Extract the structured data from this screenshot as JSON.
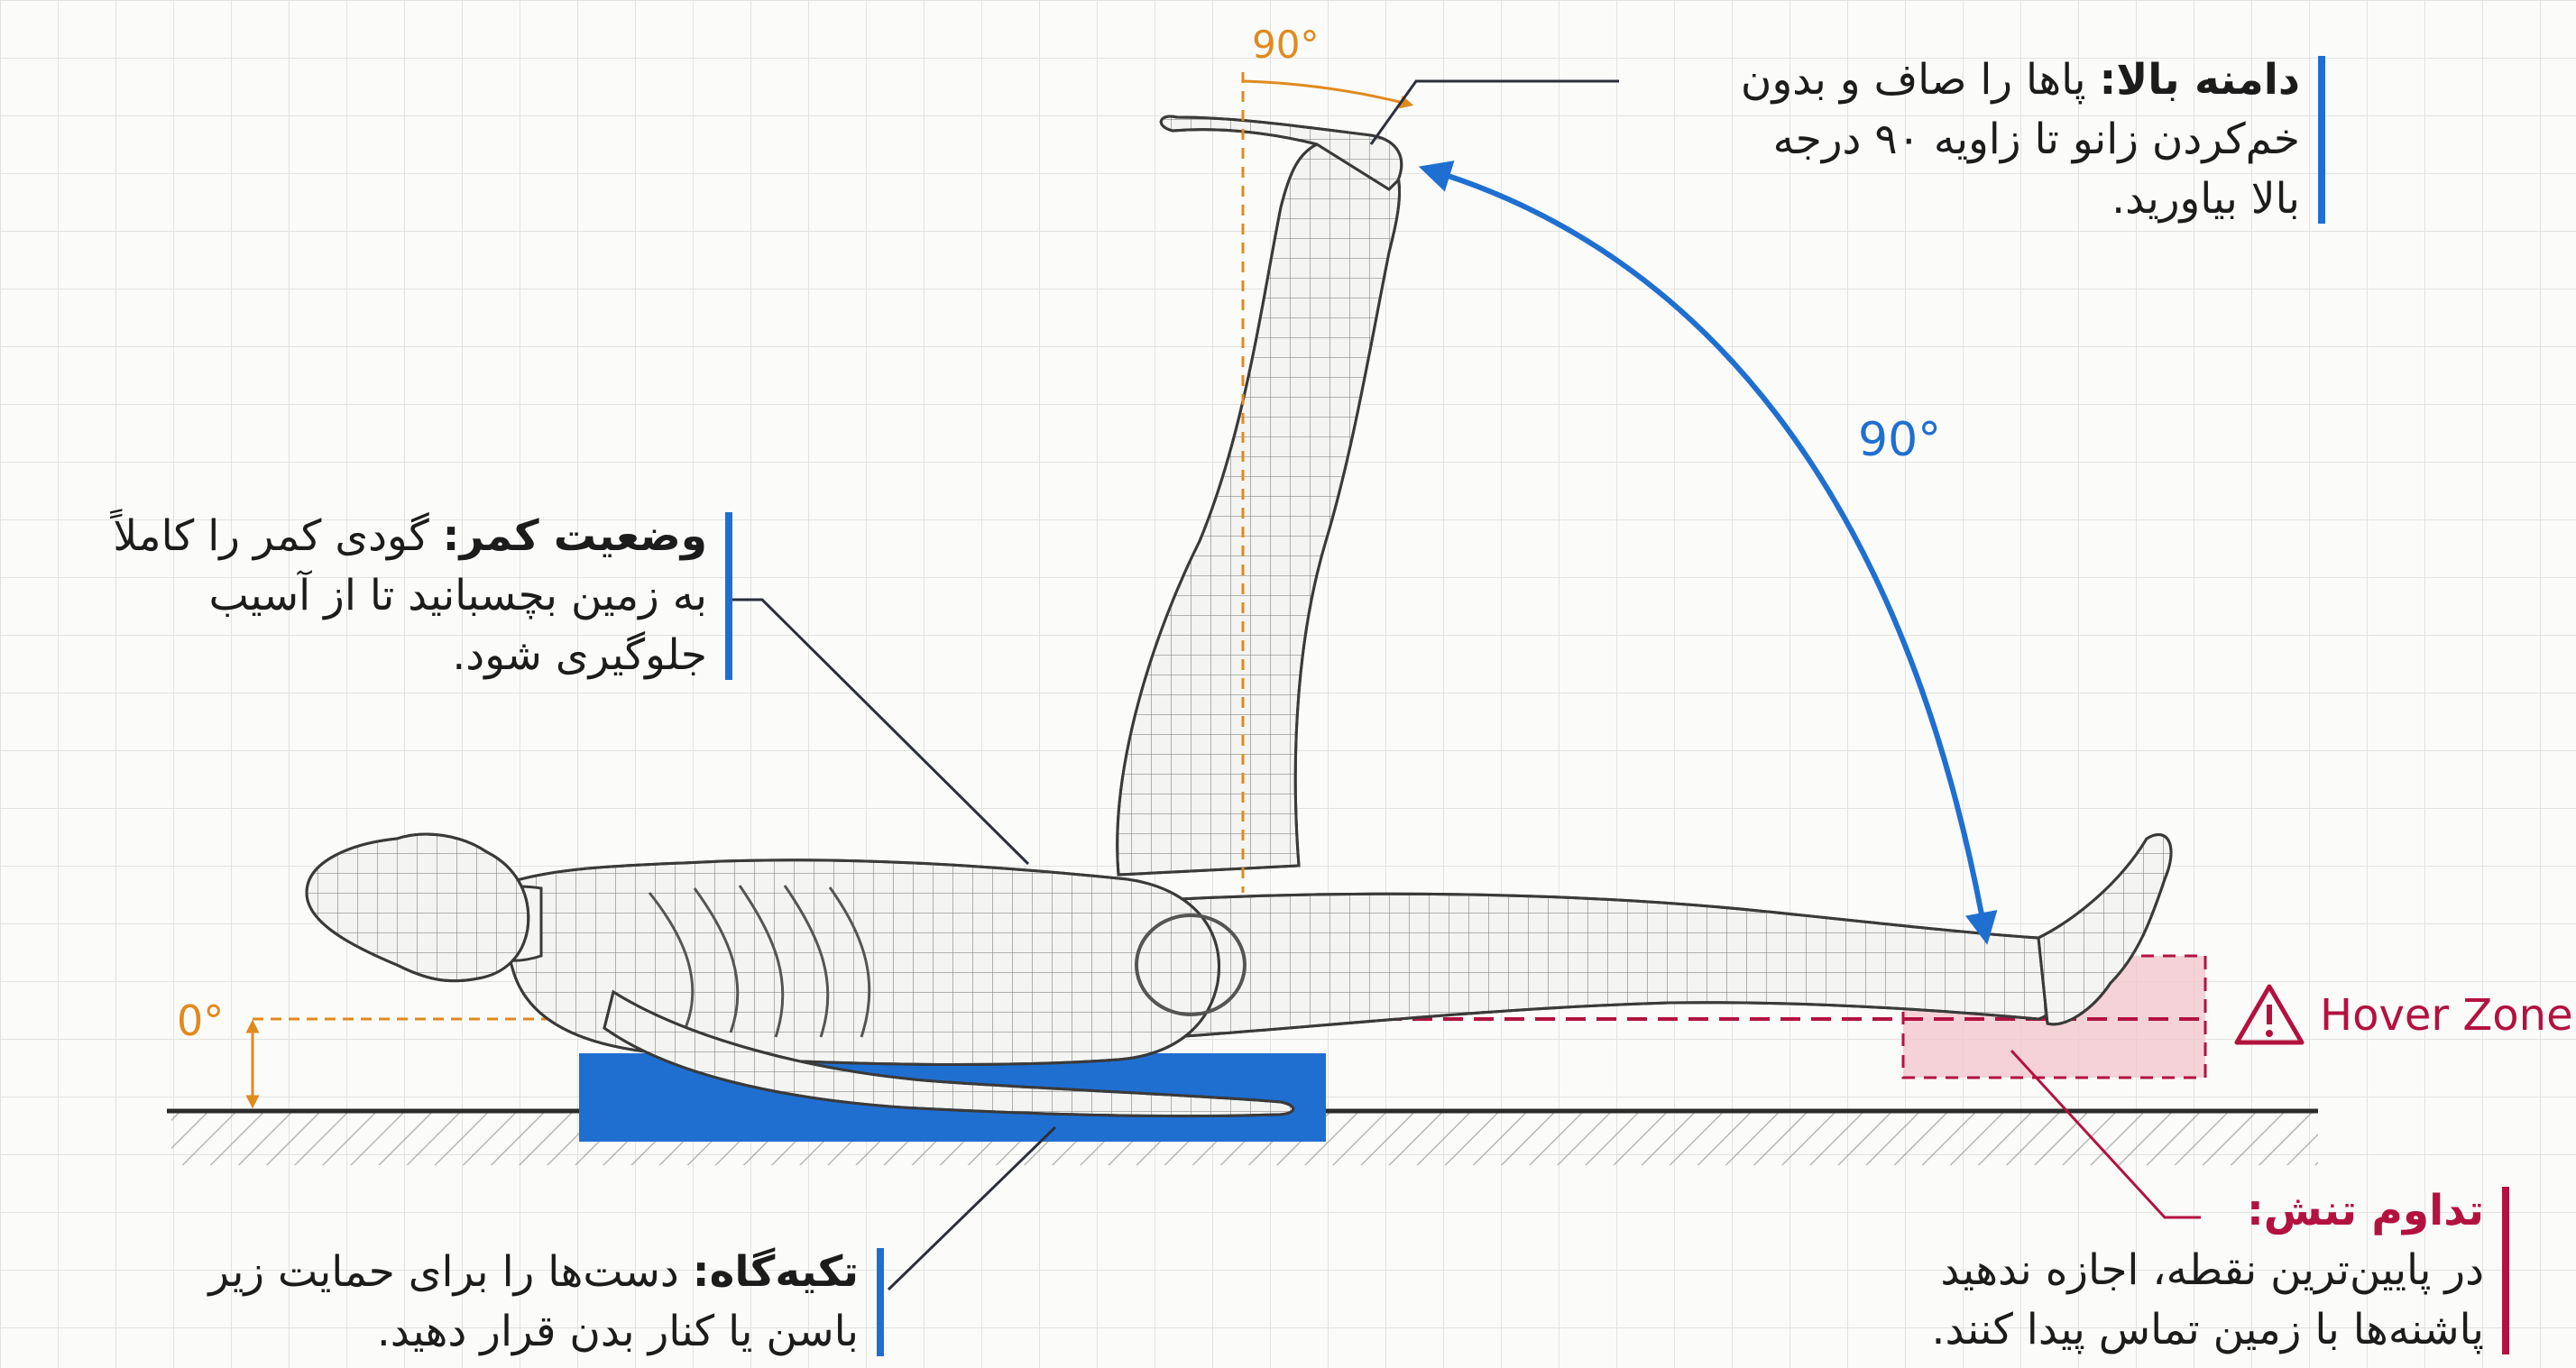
{
  "colors": {
    "grid": "#dcdcdc",
    "figure_stroke": "#3a3a3a",
    "figure_fill": "#f4f4f2",
    "blue_accent": "#1f6fd1",
    "orange_accent": "#e08a1e",
    "crimson_accent": "#b3123f",
    "hover_fill": "#f2c4cc",
    "ground": "#2b2b2b",
    "leader": "#2a2f3a"
  },
  "icons": {
    "warning": "warning-triangle-icon"
  },
  "callouts": {
    "top_range": {
      "title": "دامنه بالا:",
      "line1": "پاها را صاف و بدون",
      "line2": "خم‌کردن زانو تا زاویه ۹۰ درجه",
      "line3": "بالا بیاورید."
    },
    "back_position": {
      "title": "وضعیت کمر:",
      "line1": "گودی کمر را کاملاً",
      "line2": "به زمین بچسبانید تا از آسیب",
      "line3": "جلوگیری شود."
    },
    "support": {
      "title": "تکیه‌گاه:",
      "line1": "دست‌ها را برای حمایت زیر",
      "line2": "باسن یا کنار بدن قرار دهید."
    },
    "tension": {
      "title": "تداوم تنش:",
      "line1": "در پایین‌ترین نقطه، اجازه ندهید",
      "line2": "پاشنه‌ها با زمین تماس پیدا کنند."
    }
  },
  "angles": {
    "top_angle_label": "90°",
    "arc_angle_label": "90°",
    "floor_angle_label": "0°"
  },
  "hover_zone": {
    "label": "Hover Zone"
  }
}
